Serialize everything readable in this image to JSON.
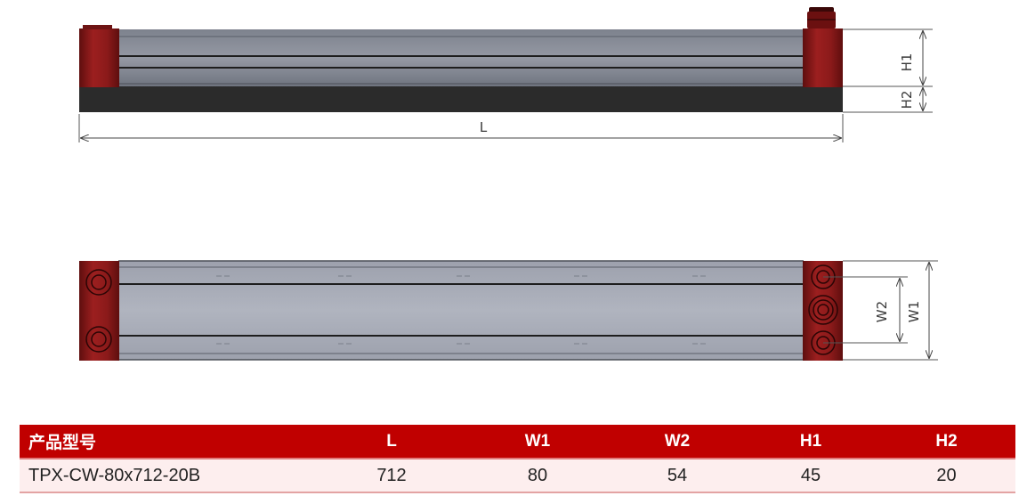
{
  "drawing": {
    "side_view": {
      "dim_length": "L",
      "dim_h1": "H1",
      "dim_h2": "H2"
    },
    "top_view": {
      "dim_w1": "W1",
      "dim_w2": "W2"
    },
    "colors": {
      "end_cap": "#8b1a1a",
      "end_cap_dark": "#5e0e0e",
      "body": "#8a8f9a",
      "body_light": "#a9adb8",
      "base_plate": "#2b2b2b"
    }
  },
  "table": {
    "headers": [
      "产品型号",
      "L",
      "W1",
      "W2",
      "H1",
      "H2"
    ],
    "rows": [
      [
        "TPX-CW-80x712-20B",
        "712",
        "80",
        "54",
        "45",
        "20"
      ]
    ],
    "header_bg": "#c00000",
    "row_bg": "#fdeeee"
  }
}
